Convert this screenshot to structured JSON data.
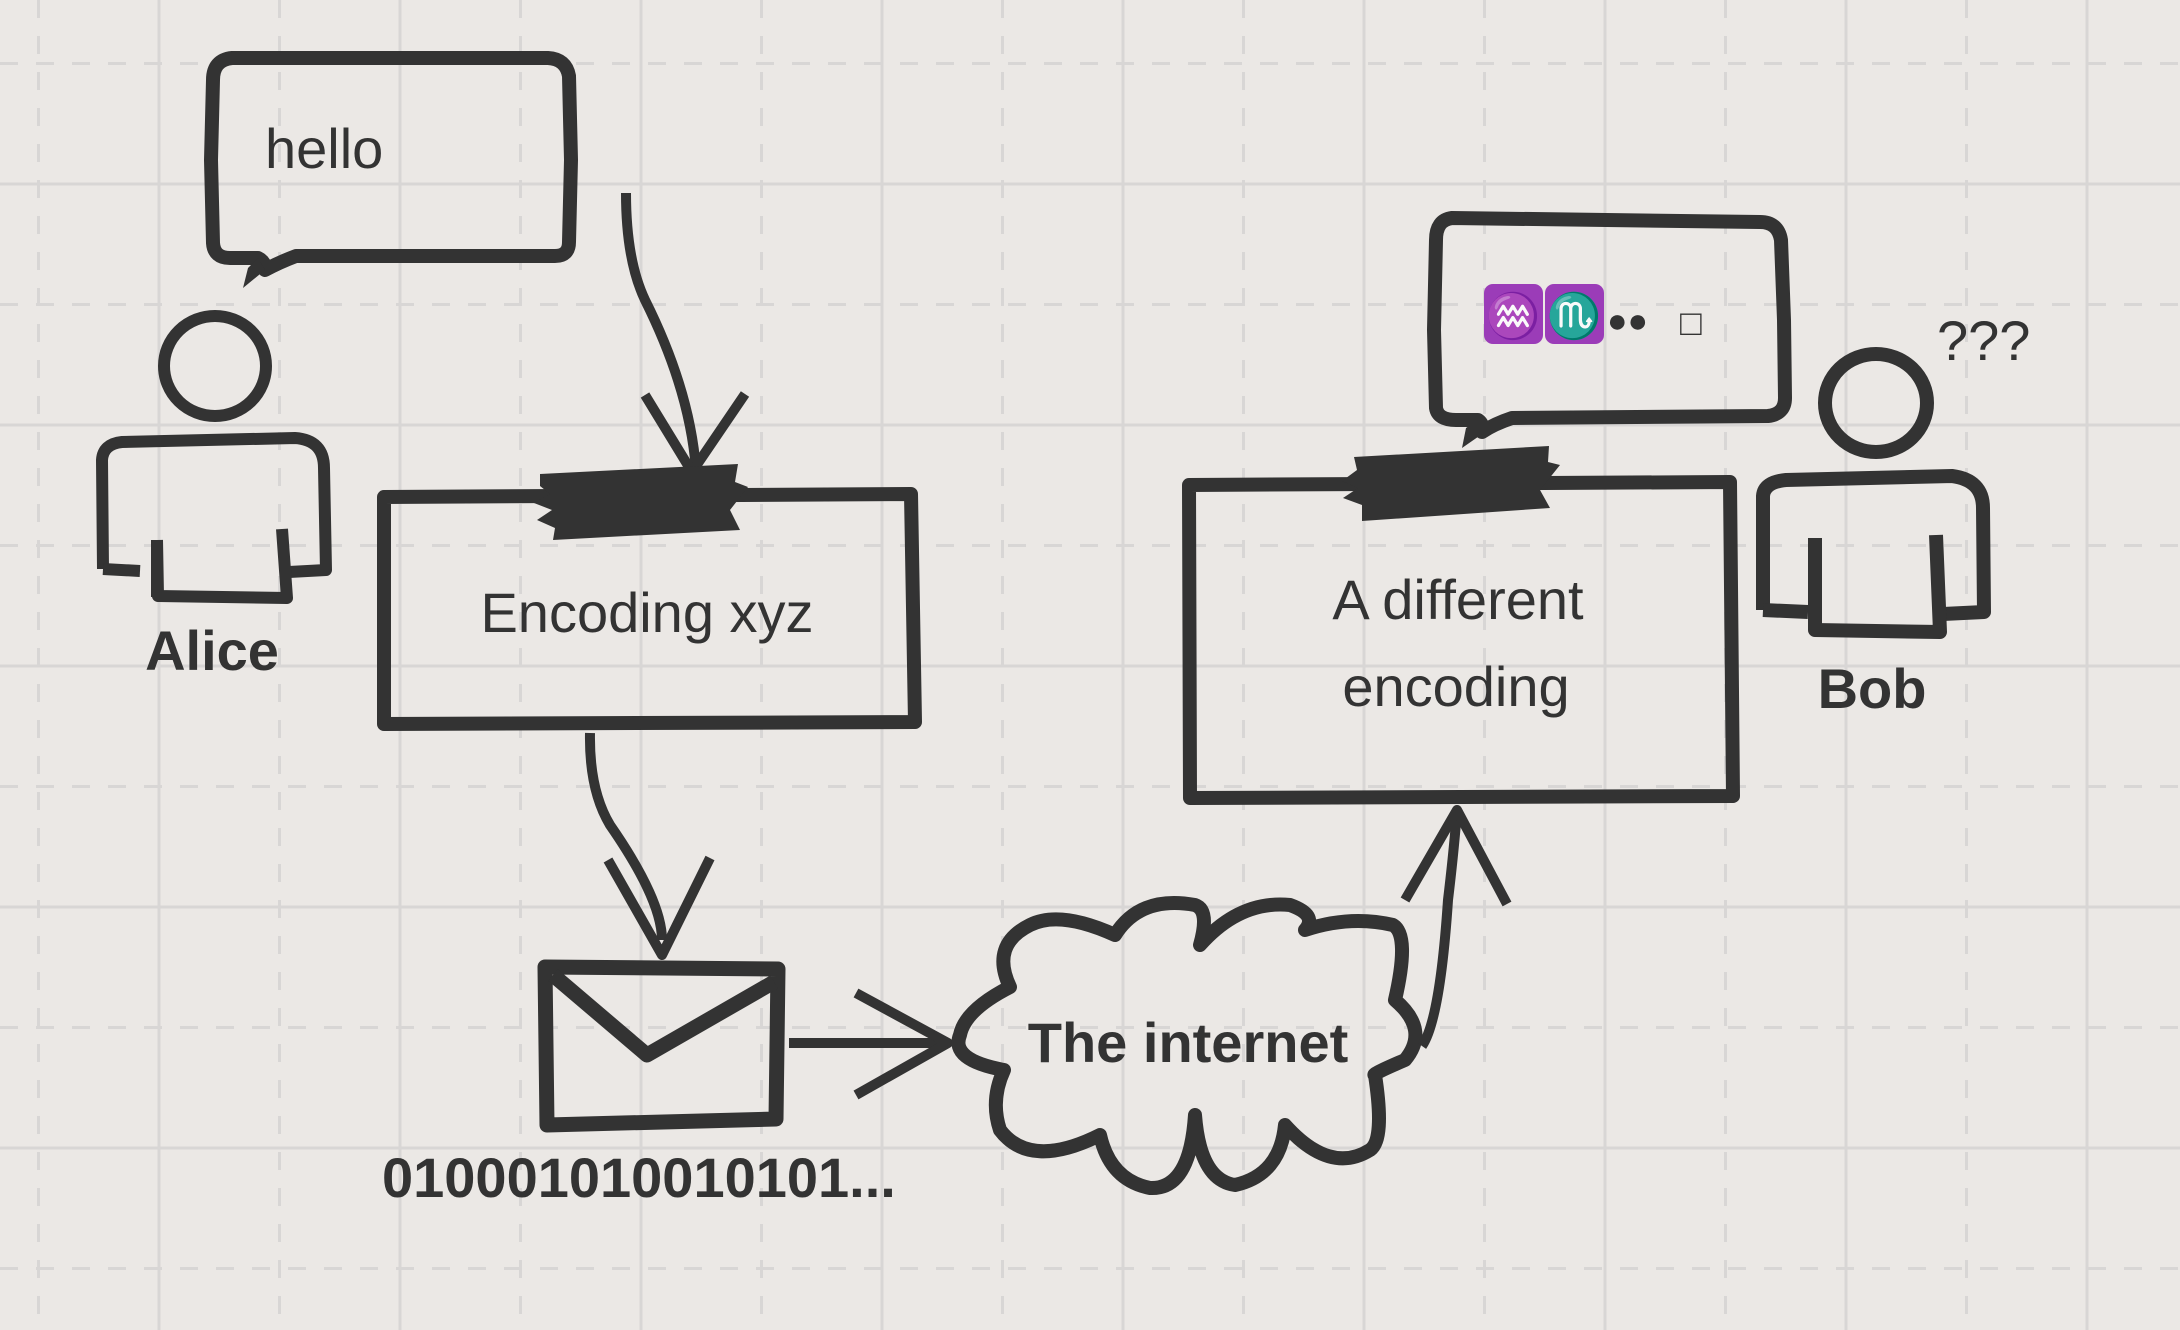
{
  "diagram": {
    "title": "Character encoding mismatch between sender and receiver",
    "colors": {
      "background": "#ebe8e5",
      "grid": "#d8d6d5",
      "ink": "#333333",
      "emoji_tile": "#9b3cb8"
    },
    "sender": {
      "name": "Alice",
      "speech": "hello",
      "icon": "person-icon"
    },
    "encoder": {
      "label": "Encoding xyz"
    },
    "message": {
      "icon": "envelope-icon",
      "bits": "010001010010101..."
    },
    "network": {
      "label": "The internet",
      "icon": "cloud-icon"
    },
    "decoder": {
      "label_line1": "A different",
      "label_line2": "encoding"
    },
    "receiver": {
      "name": "Bob",
      "reaction": "???",
      "icon": "person-icon",
      "garbled_speech": {
        "glyph1": "♒",
        "glyph1_name": "aquarius-emoji-icon",
        "glyph2": "♏",
        "glyph2_name": "scorpio-emoji-icon",
        "dots": "●●",
        "box": "□"
      }
    }
  }
}
